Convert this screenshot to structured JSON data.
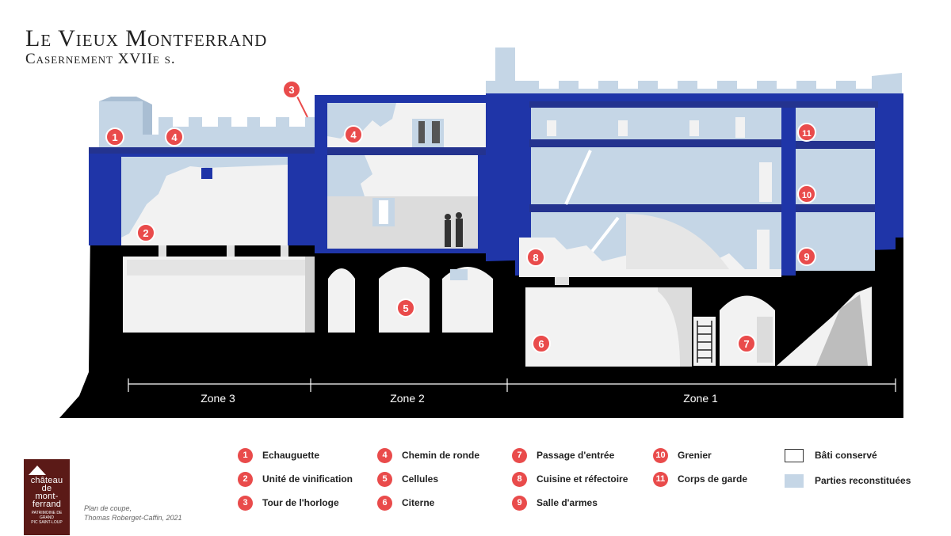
{
  "header": {
    "title": "Le Vieux Montferrand",
    "subtitle": "Casernement XVIIe s."
  },
  "zones": [
    "Zone 3",
    "Zone 2",
    "Zone 1"
  ],
  "markers": [
    "1",
    "2",
    "3",
    "4",
    "4",
    "5",
    "6",
    "7",
    "8",
    "9",
    "10",
    "11"
  ],
  "legend": {
    "items": [
      {
        "num": "1",
        "label": "Echauguette"
      },
      {
        "num": "2",
        "label": "Unité de vinification"
      },
      {
        "num": "3",
        "label": "Tour de l'horloge"
      },
      {
        "num": "4",
        "label": "Chemin de ronde"
      },
      {
        "num": "5",
        "label": "Cellules"
      },
      {
        "num": "6",
        "label": "Citerne"
      },
      {
        "num": "7",
        "label": "Passage d'entrée"
      },
      {
        "num": "8",
        "label": "Cuisine et réfectoire"
      },
      {
        "num": "9",
        "label": "Salle d'armes"
      },
      {
        "num": "10",
        "label": "Grenier"
      },
      {
        "num": "11",
        "label": "Corps de garde"
      }
    ],
    "key": [
      {
        "label": "Bâti conservé",
        "color": "#ffffff"
      },
      {
        "label": "Parties reconstituées",
        "color": "#c5d6e6"
      }
    ]
  },
  "logo": {
    "line1": "château",
    "line2": "de",
    "line3": "mont-",
    "line4": "ferrand",
    "line5": "PATRIMOINE DE GRAND",
    "line6": "PIC SAINT-LOUP"
  },
  "credit": {
    "line1": "Plan de coupe,",
    "line2": "Thomas Roberget-Caffin, 2021"
  },
  "colors": {
    "structure_blue": "#1f35a8",
    "reconstructed": "#c5d6e6",
    "preserved": "#f2f2f2",
    "ground": "#000000",
    "marker": "#e94b4b"
  }
}
